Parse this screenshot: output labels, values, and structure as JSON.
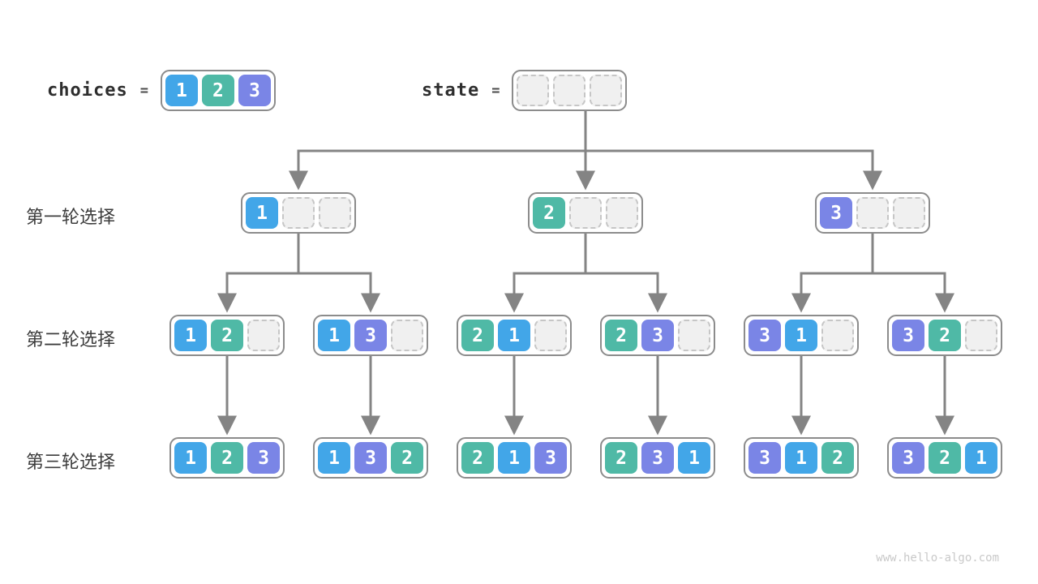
{
  "header": {
    "choices_label": "choices",
    "state_label": "state",
    "equals": "=",
    "choices_cells": [
      1,
      2,
      3
    ],
    "state_cells": [
      null,
      null,
      null
    ]
  },
  "colors": {
    "1": "#42a6e8",
    "2": "#4fb9a6",
    "3": "#7a85e6",
    "empty_fill": "#f0f0f0",
    "empty_border": "#c6c6c6",
    "container_border": "#8c8c8c",
    "arrow": "#848484"
  },
  "levels": [
    {
      "label": "第一轮选择",
      "nodes": [
        [
          1,
          null,
          null
        ],
        [
          2,
          null,
          null
        ],
        [
          3,
          null,
          null
        ]
      ]
    },
    {
      "label": "第二轮选择",
      "nodes": [
        [
          1,
          2,
          null
        ],
        [
          1,
          3,
          null
        ],
        [
          2,
          1,
          null
        ],
        [
          2,
          3,
          null
        ],
        [
          3,
          1,
          null
        ],
        [
          3,
          2,
          null
        ]
      ]
    },
    {
      "label": "第三轮选择",
      "nodes": [
        [
          1,
          2,
          3
        ],
        [
          1,
          3,
          2
        ],
        [
          2,
          1,
          3
        ],
        [
          2,
          3,
          1
        ],
        [
          3,
          1,
          2
        ],
        [
          3,
          2,
          1
        ]
      ]
    }
  ],
  "footer": {
    "watermark": "www.hello-algo.com"
  }
}
